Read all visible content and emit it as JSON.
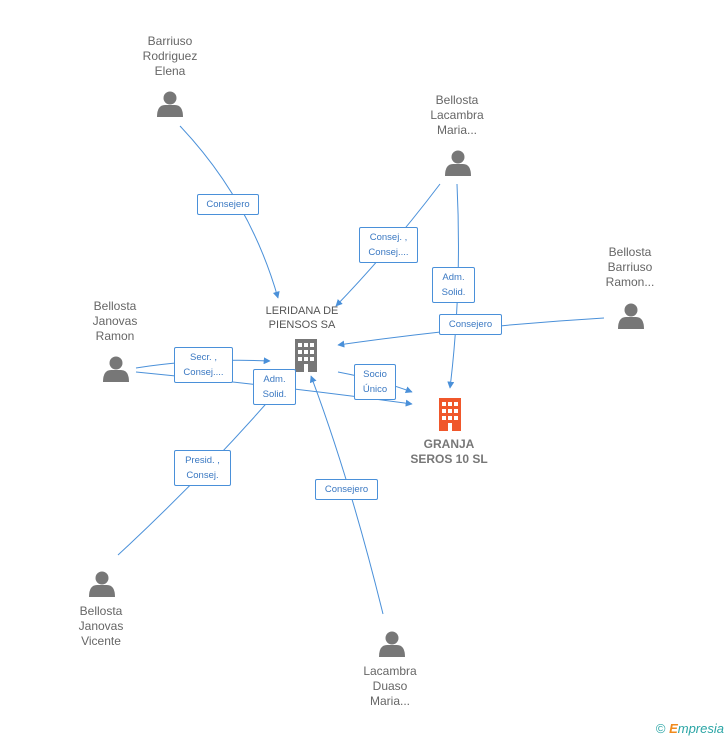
{
  "colors": {
    "edge": "#4a90d9",
    "person": "#777777",
    "company": "#777777",
    "focus_company": "#f0572b"
  },
  "nodes": {
    "elena": {
      "line1": "Barriuso",
      "line2": "Rodriguez",
      "line3": "Elena",
      "icon": "person-icon"
    },
    "lacambra_maria": {
      "line1": "Bellosta",
      "line2": "Lacambra",
      "line3": "Maria...",
      "icon": "person-icon"
    },
    "barriuso_ramon": {
      "line1": "Bellosta",
      "line2": "Barriuso",
      "line3": "Ramon...",
      "icon": "person-icon"
    },
    "janovas_ramon": {
      "line1": "Bellosta",
      "line2": "Janovas",
      "line3": "Ramon",
      "icon": "person-icon"
    },
    "janovas_vicente": {
      "line1": "Bellosta",
      "line2": "Janovas",
      "line3": "Vicente",
      "icon": "person-icon"
    },
    "duaso_maria": {
      "line1": "Lacambra",
      "line2": "Duaso",
      "line3": "Maria...",
      "icon": "person-icon"
    },
    "leridana": {
      "line1": "LERIDANA DE",
      "line2": "PIENSOS SA",
      "icon": "building-icon"
    },
    "granja": {
      "line1": "GRANJA",
      "line2": "SEROS 10 SL",
      "icon": "building-icon"
    }
  },
  "edges": {
    "e1": {
      "line1": "Consejero"
    },
    "e2": {
      "line1": "Consej. ,",
      "line2": "Consej...."
    },
    "e3": {
      "line1": "Adm.",
      "line2": "Solid."
    },
    "e4": {
      "line1": "Consejero"
    },
    "e5": {
      "line1": "Secr. ,",
      "line2": "Consej...."
    },
    "e6": {
      "line1": "Adm.",
      "line2": "Solid."
    },
    "e7": {
      "line1": "Socio",
      "line2": "Único"
    },
    "e8": {
      "line1": "Presid. ,",
      "line2": "Consej."
    },
    "e9": {
      "line1": "Consejero"
    }
  },
  "footer": {
    "copyright": "©",
    "brand_first": "E",
    "brand_rest": "mpresia"
  }
}
